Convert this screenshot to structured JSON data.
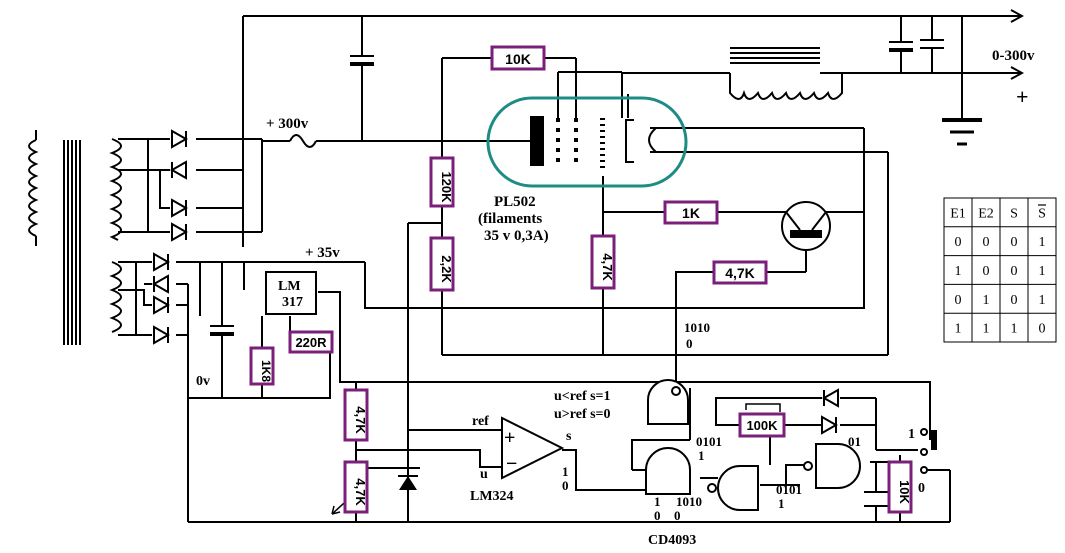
{
  "labels": {
    "out_voltage": "0-300v",
    "plus_out": "+",
    "v300": "+ 300v",
    "v35": "+ 35v",
    "v0": "0v",
    "tube_name": "PL502",
    "tube_note1": "(filaments",
    "tube_note2": "35 v 0,3A)",
    "reg_line1": "LM",
    "reg_line2": "317",
    "opamp_name": "LM324",
    "logic_name": "CD4093",
    "cond1": "u<ref  s=1",
    "cond2": "u>ref  s=0",
    "ref": "ref",
    "u": "u",
    "s": "s",
    "op_plus": "+",
    "op_minus": "−",
    "sw_1": "1",
    "sw_0": "0"
  },
  "resistors": {
    "r10k_top": "10K",
    "r120k": "120K",
    "r22k": "2,2K",
    "r47k_mid": "4,7K",
    "r1k": "1K",
    "r47k_tr": "4,7K",
    "r220r": "220R",
    "r1k8": "1K8",
    "r47k_div": "4,7K",
    "r47k_pot": "4,7K",
    "r100k": "100K",
    "r10k_out": "10K"
  },
  "logic_states": {
    "s1010_a": "1010",
    "s0_a": "0",
    "s1_op": "1",
    "s0_op": "0",
    "s0101_a": "0101",
    "s1_a": "1",
    "s1_b": "1",
    "s0_b": "0",
    "s0_c": "0",
    "s1010_b": "1010",
    "s0101_b": "0101",
    "s1_c": "1",
    "s01": "01",
    "s0_d": "0"
  },
  "colors": {
    "red": "#cc0000",
    "blue": "#1a1acc",
    "green": "#009900",
    "brown": "#8a5a00",
    "resistor": "#7a1f7a",
    "tube": "#1e8c84"
  },
  "truth_table": {
    "headers": [
      "E1",
      "E2",
      "S",
      "S"
    ],
    "rows": [
      [
        "0",
        "0",
        "0",
        "1"
      ],
      [
        "1",
        "0",
        "0",
        "1"
      ],
      [
        "0",
        "1",
        "0",
        "1"
      ],
      [
        "1",
        "1",
        "1",
        "0"
      ]
    ]
  }
}
